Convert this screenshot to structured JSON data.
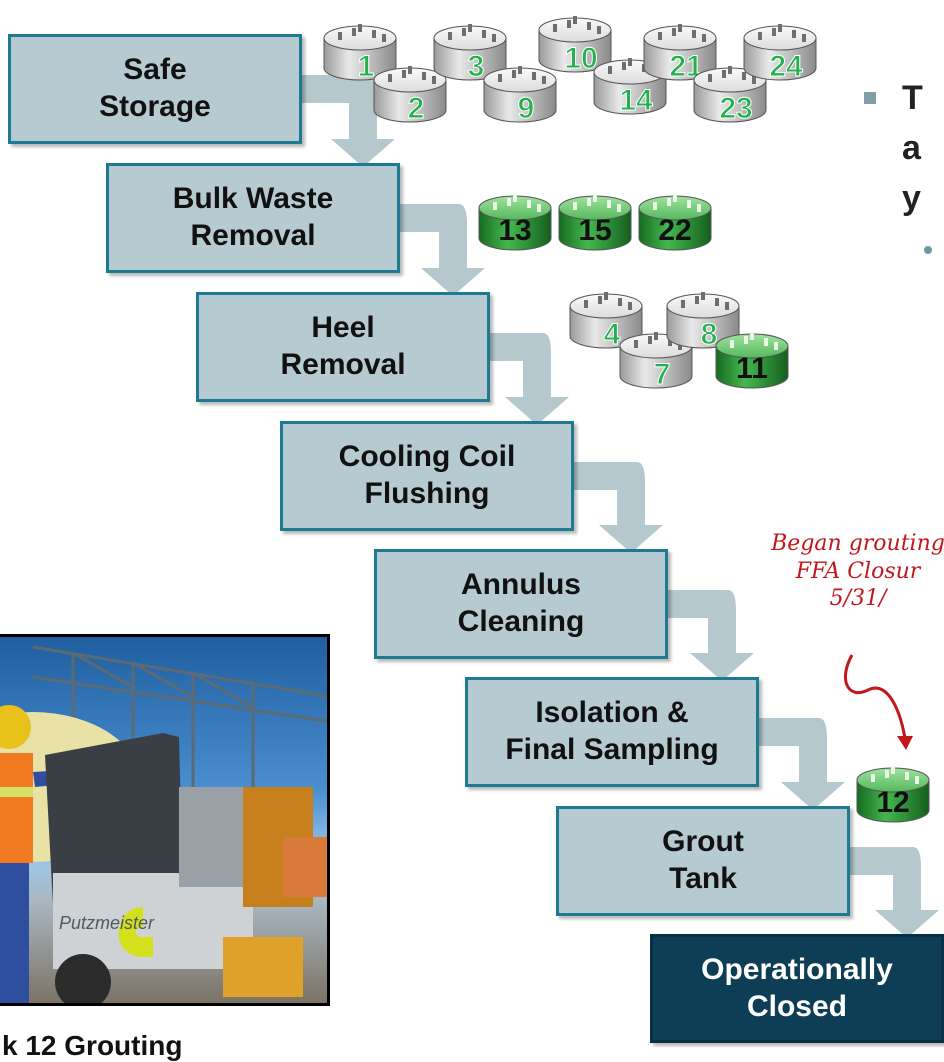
{
  "steps": [
    {
      "label": "Safe\nStorage"
    },
    {
      "label": "Bulk Waste\nRemoval"
    },
    {
      "label": "Heel\nRemoval"
    },
    {
      "label": "Cooling Coil\nFlushing"
    },
    {
      "label": "Annulus\nCleaning"
    },
    {
      "label": "Isolation &\nFinal Sampling"
    },
    {
      "label": "Grout\nTank"
    },
    {
      "label": "Operationally\nClosed"
    }
  ],
  "tank_groups": {
    "safe_storage": [
      "1",
      "2",
      "3",
      "9",
      "10",
      "14",
      "21",
      "23",
      "24"
    ],
    "bulk_waste_removal": [
      "13",
      "15",
      "22"
    ],
    "heel_removal": [
      "4",
      "7",
      "8",
      "11"
    ],
    "grout_tank": [
      "12"
    ]
  },
  "annotation": "Began grouting\nFFA Closur\n5/31/",
  "bullet": {
    "lines": [
      "T",
      "a",
      "y"
    ]
  },
  "photo": {
    "caption": "k 12 Grouting",
    "machine_brand": "Putzmeister"
  },
  "colors": {
    "step_fill": "#b6cbd1",
    "step_border": "#1e7a91",
    "final_fill": "#0d3e56",
    "arrow": "#b4c8cd",
    "tank_gray": "#c9c9c9",
    "tank_green": "#2f9a3a",
    "number_green": "#22b14c",
    "annotation_red": "#c2181c"
  }
}
